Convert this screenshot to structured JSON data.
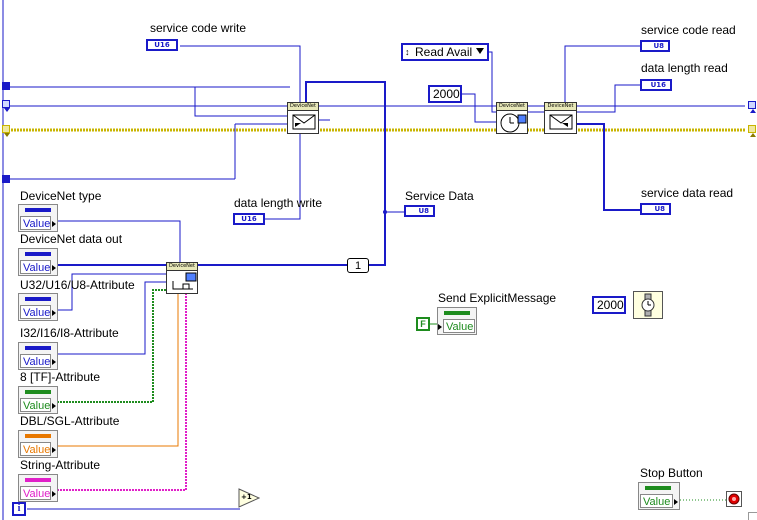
{
  "labels": {
    "service_code_write": "service code write",
    "service_code_read": "service code read",
    "data_length_read": "data length read",
    "data_length_write": "data length write",
    "service_data": "Service Data",
    "service_data_read": "service data read",
    "devicenet_type": "DeviceNet type",
    "devicenet_data_out": "DeviceNet data out",
    "u32_attr": "U32/U16/U8-Attribute",
    "i32_attr": "I32/I16/I8-Attribute",
    "tf_attr": "8 [TF]-Attribute",
    "dbl_attr": "DBL/SGL-Attribute",
    "string_attr": "String-Attribute",
    "send_explicit": "Send ExplicitMessage",
    "stop_button": "Stop Button"
  },
  "indicators": {
    "service_code_write": "U16",
    "service_code_read": "U8",
    "data_length_read": "U16",
    "data_length_write": "U16",
    "service_data": "U8",
    "service_data_read": "U8"
  },
  "values": {
    "value": "Value",
    "read_avail": "Read Avail",
    "timeout_1": "2000",
    "timeout_2": "2000",
    "index_const": "1",
    "false_const": "F",
    "iteration": "i",
    "increment": "+1",
    "node_header": "DeviceNet"
  },
  "colors": {
    "wire_blue": "#1a1ac8",
    "wire_yellow": "#c8b400",
    "wire_green": "#1e8c1e",
    "wire_orange": "#e87800",
    "wire_pink": "#e020c8",
    "stop_red": "#e00000"
  }
}
